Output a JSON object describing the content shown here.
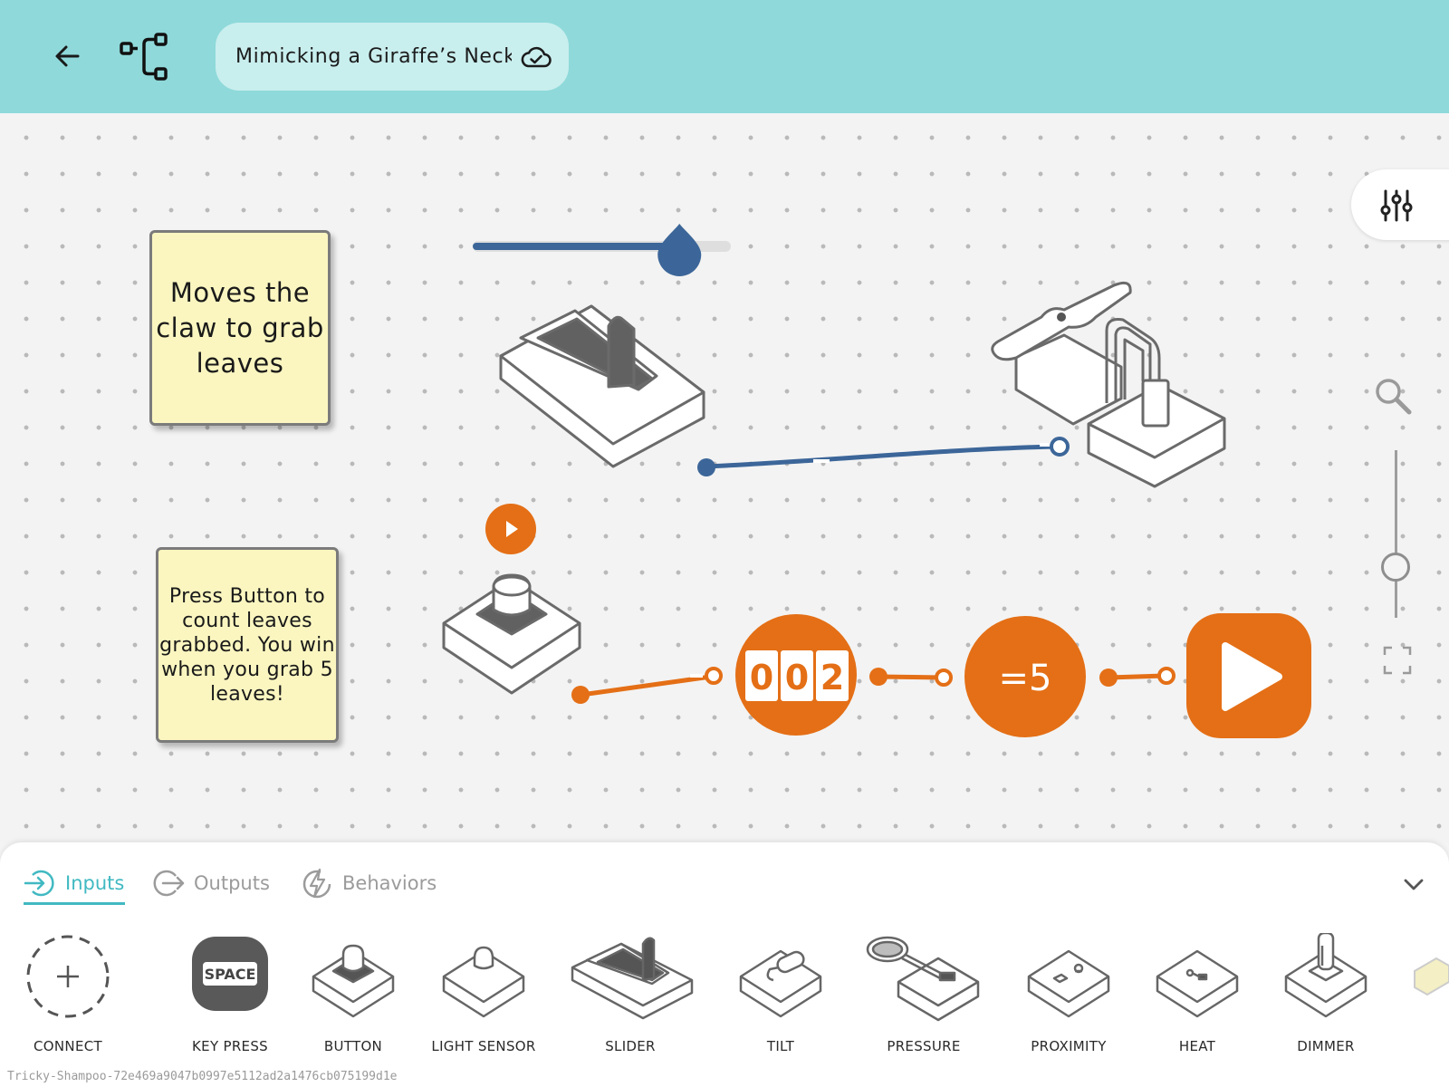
{
  "header": {
    "project_title": "Mimicking a Giraffe’s Neck",
    "back_icon": "arrow-left-icon",
    "flow_icon": "flow-diagram-icon",
    "cloud_icon": "cloud-check-icon"
  },
  "canvas": {
    "notes": [
      {
        "text": "Moves the claw to grab leaves"
      },
      {
        "text": "Press Button to count leaves grabbed. You win when you grab 5 leaves!"
      }
    ],
    "counter": {
      "digits": [
        "0",
        "0",
        "2"
      ]
    },
    "compare": {
      "label": "=5"
    },
    "slider_control": {
      "level": 0.83
    },
    "colors": {
      "accent_orange": "#e46f16",
      "wire_blue": "#3c6699",
      "note_yellow": "#fbf6c0"
    }
  },
  "panel": {
    "tabs": [
      {
        "label": "Inputs",
        "icon": "login-icon",
        "active": true
      },
      {
        "label": "Outputs",
        "icon": "logout-icon",
        "active": false
      },
      {
        "label": "Behaviors",
        "icon": "lightning-icon",
        "active": false
      }
    ],
    "palette": [
      {
        "label": "CONNECT"
      },
      {
        "label": "KEY PRESS",
        "key_text": "SPACE"
      },
      {
        "label": "BUTTON"
      },
      {
        "label": "LIGHT SENSOR"
      },
      {
        "label": "SLIDER"
      },
      {
        "label": "TILT"
      },
      {
        "label": "PRESSURE"
      },
      {
        "label": "PROXIMITY"
      },
      {
        "label": "HEAT"
      },
      {
        "label": "DIMMER"
      }
    ]
  },
  "footer": {
    "session_id": "Tricky-Shampoo-72e469a9047b0997e5112ad2a1476cb075199d1e"
  }
}
